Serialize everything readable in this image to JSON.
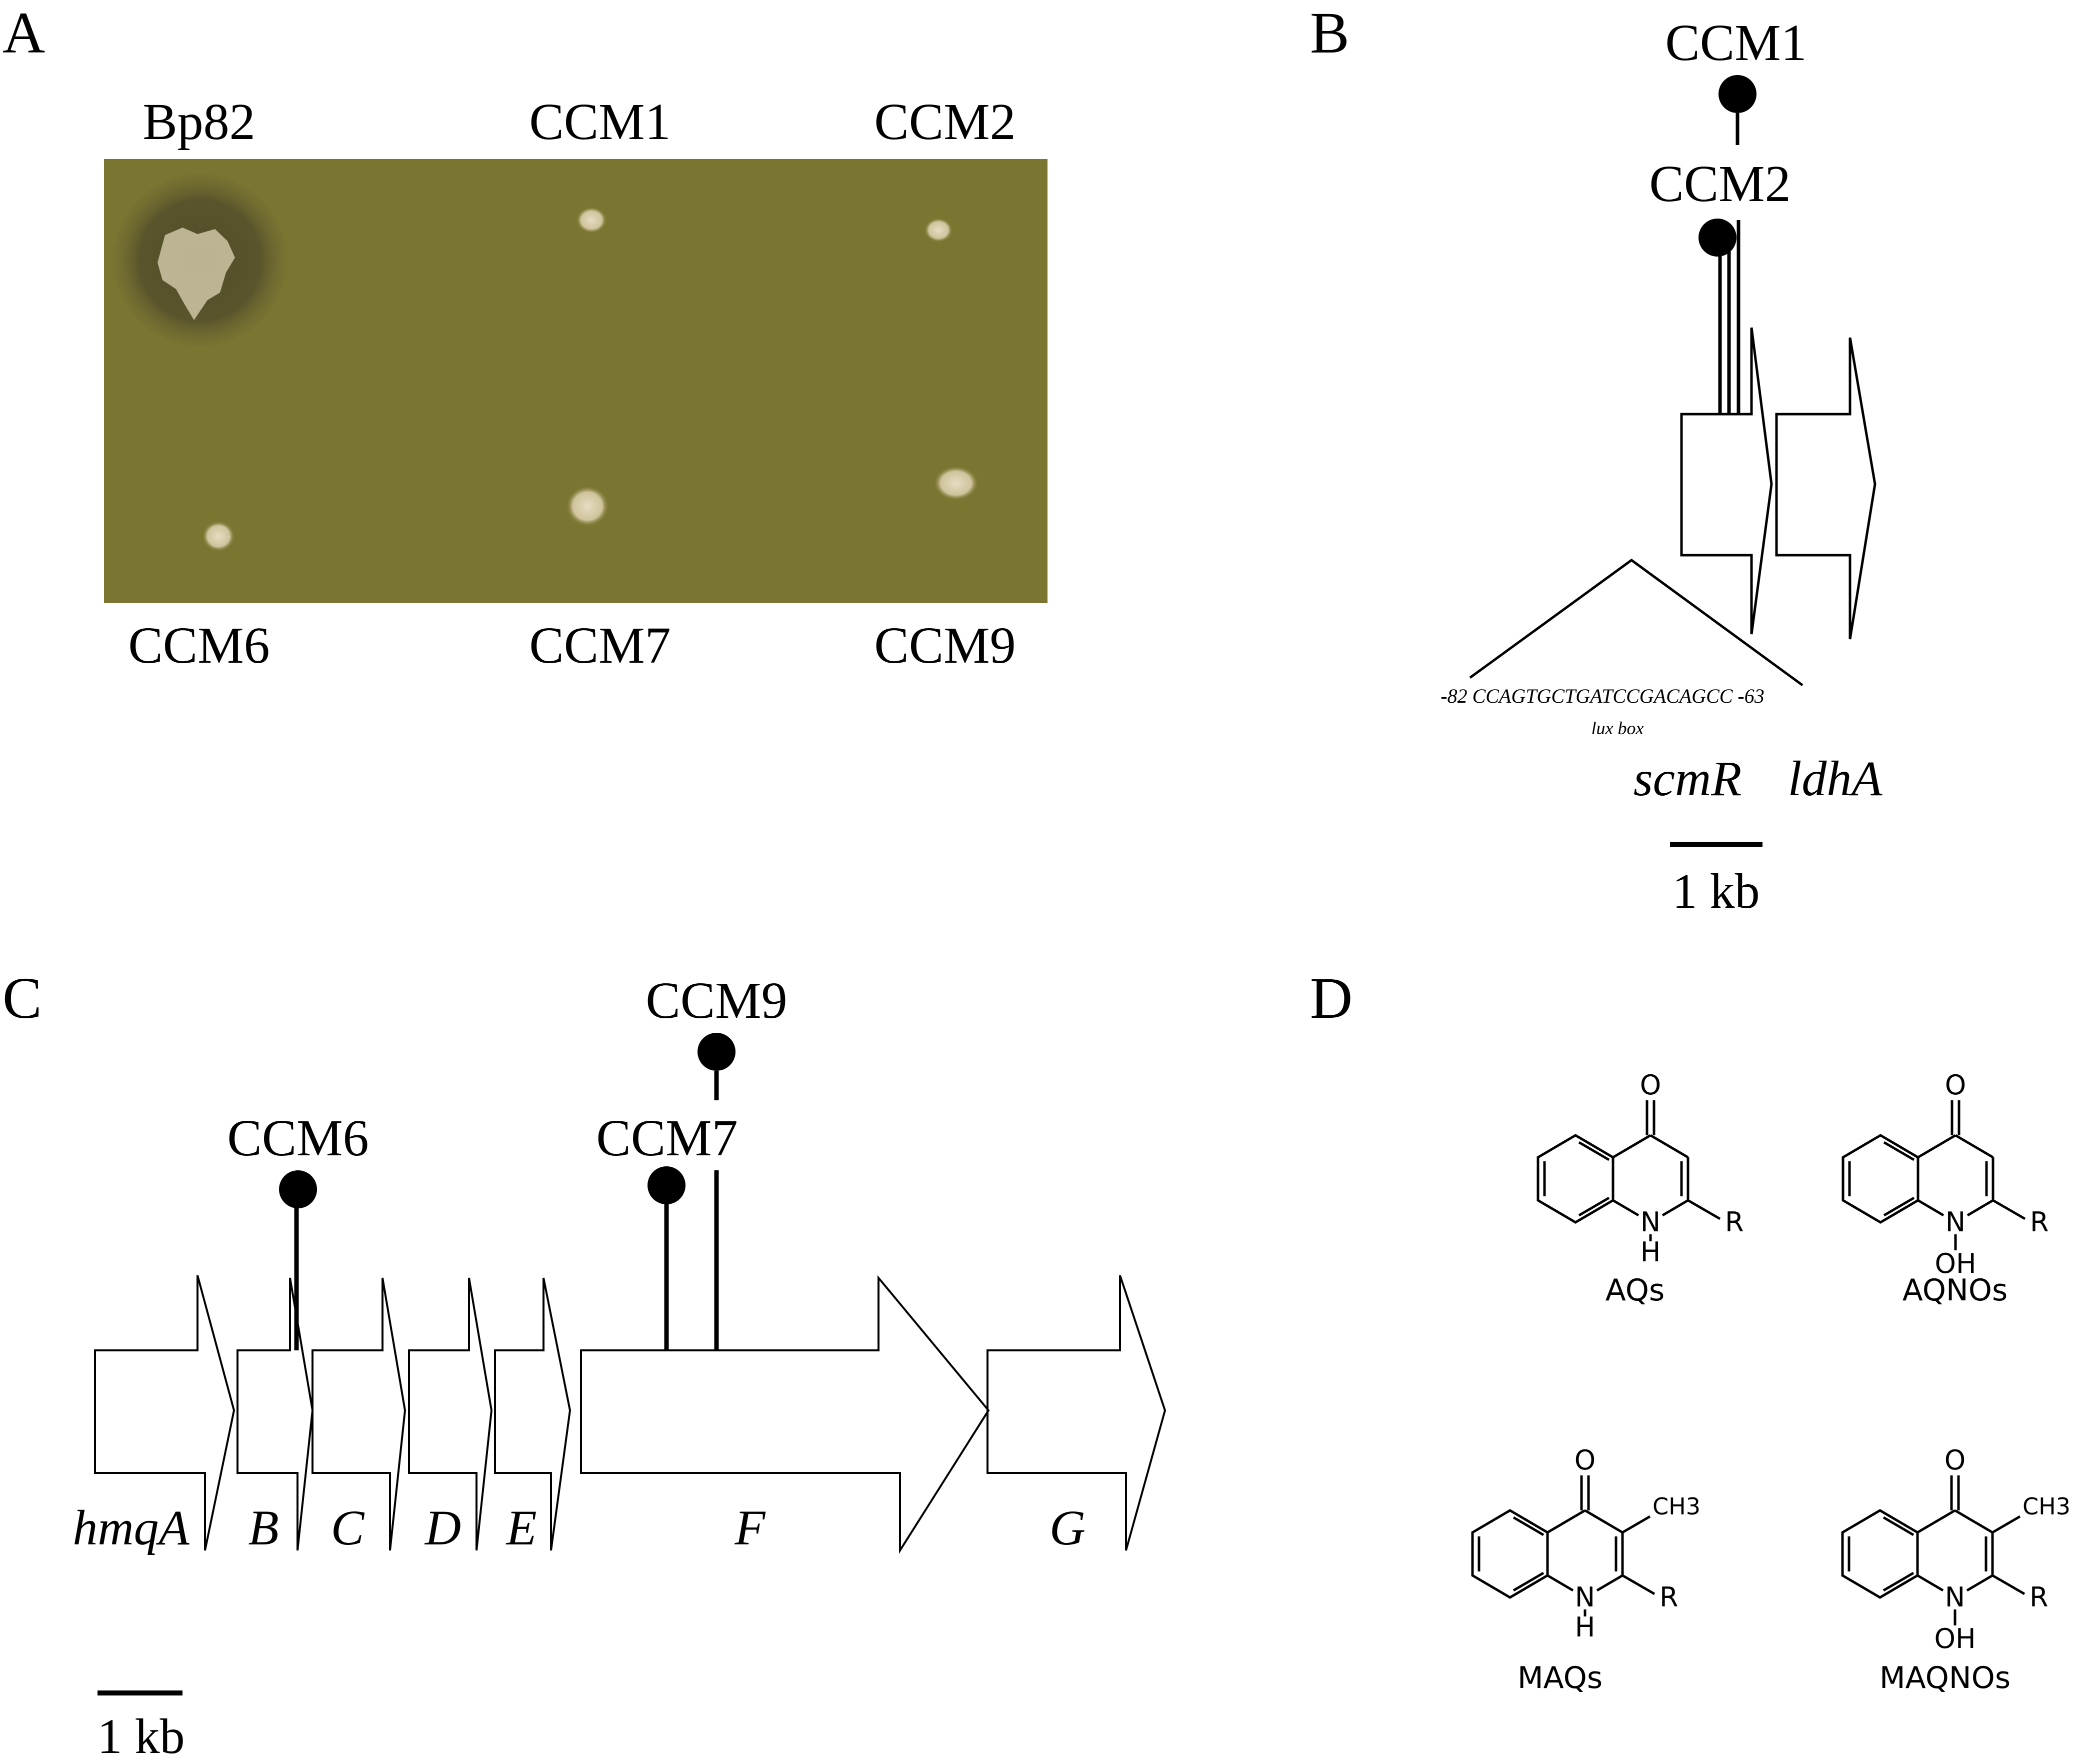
{
  "panels": {
    "a": {
      "letter": "A"
    },
    "b": {
      "letter": "B"
    },
    "c": {
      "letter": "C"
    },
    "d": {
      "letter": "D"
    }
  },
  "plate": {
    "background_color": "#7b7532",
    "strains_top": [
      "Bp82",
      "CCM1",
      "CCM2"
    ],
    "strains_bottom": [
      "CCM6",
      "CCM7",
      "CCM9"
    ]
  },
  "scmR_locus": {
    "insertions": [
      "CCM1",
      "CCM2"
    ],
    "lux_box_sequence": "-82 CCAGTGCTGATCCGACAGCC -63",
    "lux_box_label": "lux box",
    "genes": [
      "scmR",
      "ldhA"
    ],
    "scale_label": "1 kb"
  },
  "hmq_locus": {
    "insertions": [
      "CCM6",
      "CCM7",
      "CCM9"
    ],
    "genes": [
      "hmqA",
      "B",
      "C",
      "D",
      "E",
      "F",
      "G"
    ],
    "scale_label": "1 kb"
  },
  "structures": {
    "aq": {
      "label": "AQs",
      "atoms": {
        "o": "O",
        "n": "N",
        "h": "H",
        "r": "R"
      }
    },
    "aqno": {
      "label": "AQNOs",
      "atoms": {
        "o": "O",
        "n": "N",
        "oh": "OH",
        "r": "R"
      }
    },
    "maq": {
      "label": "MAQs",
      "atoms": {
        "o": "O",
        "n": "N",
        "h": "H",
        "r": "R",
        "ch3": "CH3"
      }
    },
    "maqno": {
      "label": "MAQNOs",
      "atoms": {
        "o": "O",
        "n": "N",
        "oh": "OH",
        "r": "R",
        "ch3": "CH3"
      }
    }
  }
}
